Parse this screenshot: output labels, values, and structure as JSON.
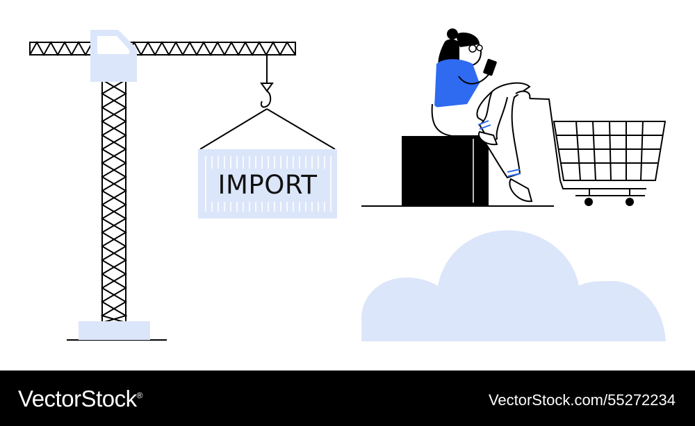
{
  "container": {
    "label": "IMPORT"
  },
  "footer": {
    "brand": "VectorStock",
    "registered_mark": "®",
    "image_id": "VectorStock.com/55272234"
  },
  "colors": {
    "accent_light": "#dce6fa",
    "accent_blue": "#2f6bf0",
    "ink": "#000000",
    "background": "#ffffff",
    "footer_bg": "#000000"
  },
  "icons": [
    "crane",
    "shipping-container",
    "woman-with-phone",
    "shopping-cart",
    "cloud"
  ]
}
